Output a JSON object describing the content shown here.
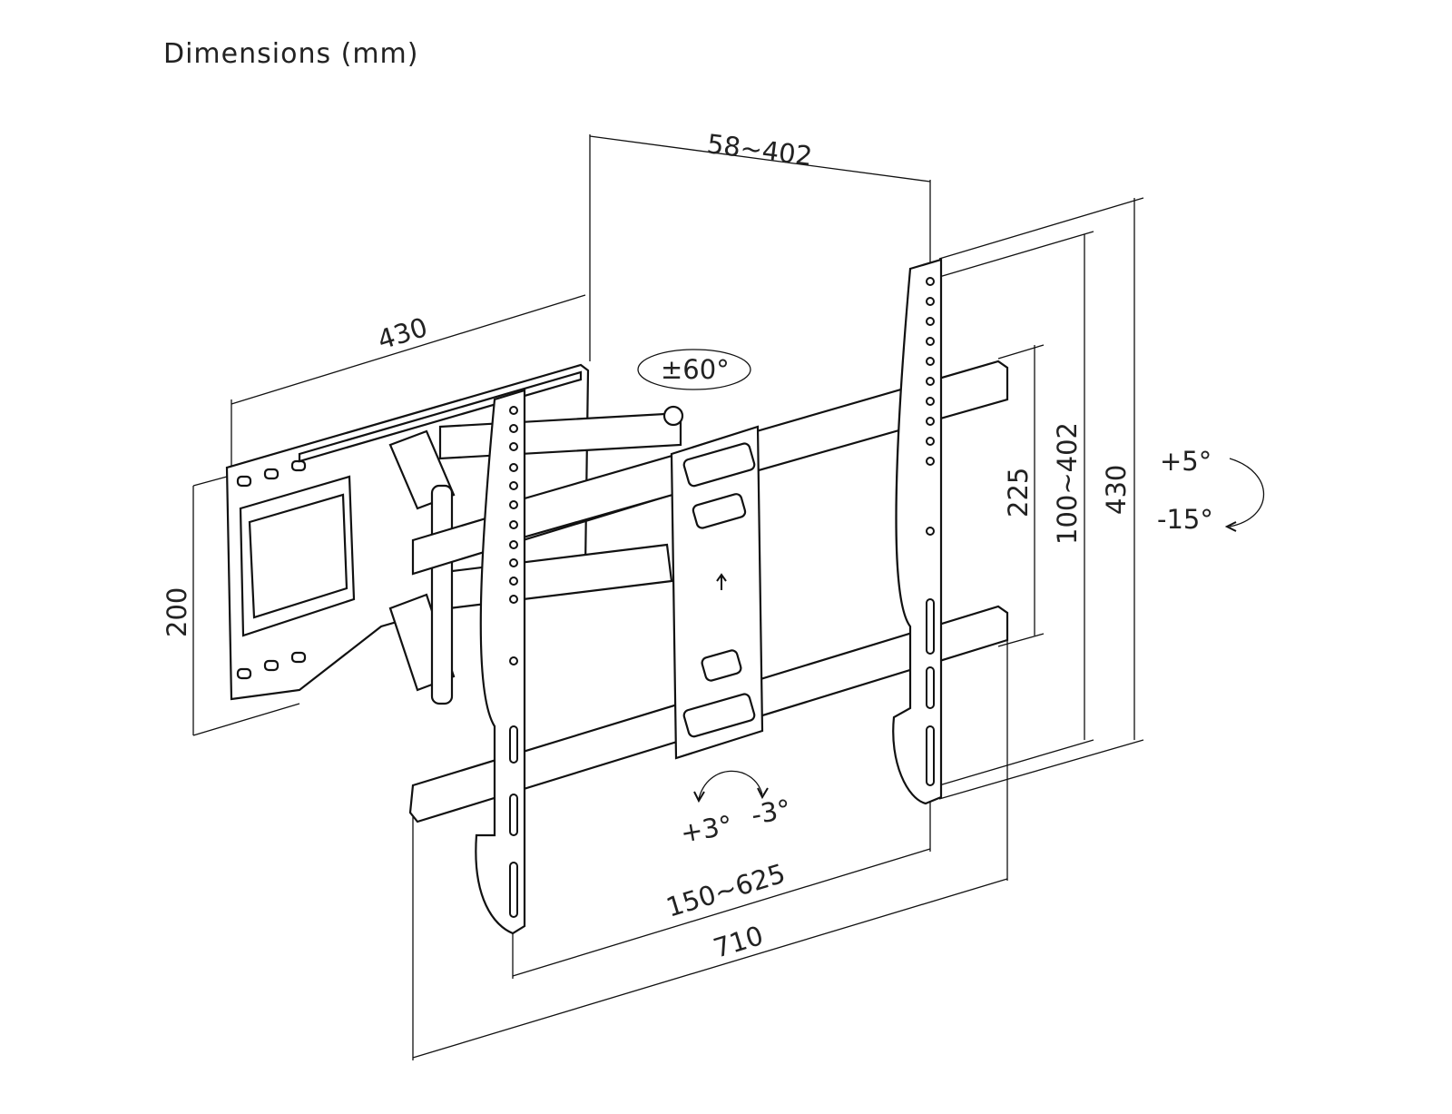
{
  "title": "Dimensions (mm)",
  "dimensions": {
    "arm_extension": "58~402",
    "wall_plate_width": "430",
    "wall_plate_height": "200",
    "swivel": "±60°",
    "rail_spacing_inner": "225",
    "vesa_vertical": "100~402",
    "bracket_height": "430",
    "tilt_up": "+5°",
    "tilt_down": "-15°",
    "level_plus": "+3°",
    "level_minus": "-3°",
    "vesa_horizontal": "150~625",
    "rail_width": "710"
  }
}
